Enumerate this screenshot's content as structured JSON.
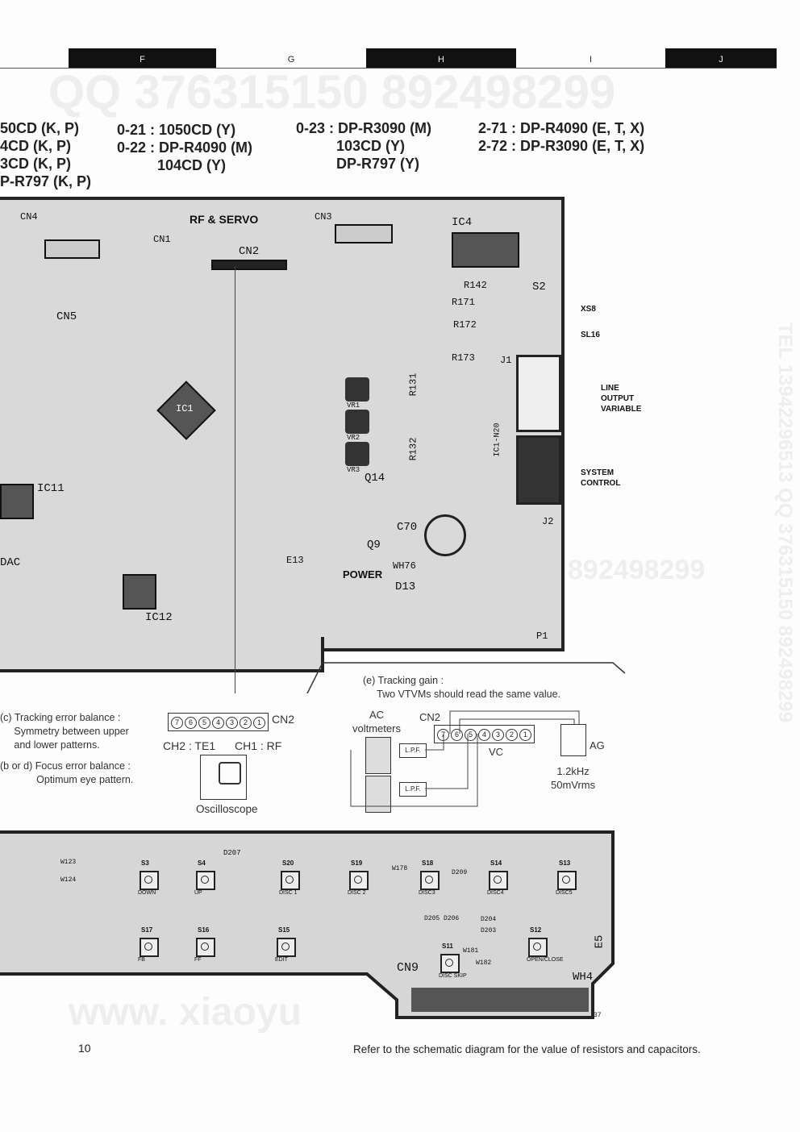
{
  "column_tabs": [
    "F",
    "G",
    "H",
    "I",
    "J"
  ],
  "watermarks": {
    "top": "QQ 376315150   892498299",
    "middle": "892498299",
    "bottom": "www. xiaoyu",
    "side": "TEL 13942296513 QQ 376315150 892498299"
  },
  "models": {
    "col1": "50CD (K, P)\n4CD (K, P)\n3CD (K, P)\nP-R797 (K, P)",
    "col2": "0-21 : 1050CD (Y)\n0-22 : DP-R4090 (M)\n          104CD (Y)",
    "col3": "0-23 : DP-R3090 (M)\n          103CD (Y)\n          DP-R797 (Y)",
    "col4": "2-71 : DP-R4090 (E, T, X)\n2-72 : DP-R3090 (E, T, X)"
  },
  "main_board": {
    "title": "RF & SERVO",
    "labels": [
      "CN4",
      "CN1",
      "CN2",
      "CN3",
      "IC4",
      "S2",
      "J1",
      "CN5",
      "IC1",
      "IC11",
      "VR1",
      "VR2",
      "VR3",
      "Q14",
      "Q9",
      "C70",
      "POWER",
      "D13",
      "WH76",
      "E13",
      "IC12",
      "P1",
      "J2",
      "DAC",
      "R142",
      "R171",
      "R172",
      "R173",
      "R131",
      "R132",
      "IC1-N20"
    ],
    "side_labels": {
      "xs8": "XS8",
      "sl16": "SL16",
      "line_output": "LINE\nOUTPUT\nVARIABLE",
      "system_control": "SYSTEM\nCONTROL"
    }
  },
  "adjust": {
    "c_note": "(c) Tracking error balance :\n     Symmetry between upper\n     and lower patterns.",
    "bd_note": "(b or d) Focus error balance :\n             Optimum eye pattern.",
    "cn2": "CN2",
    "pins": [
      "7",
      "6",
      "5",
      "4",
      "3",
      "2",
      "1"
    ],
    "ch2": "CH2 : TE1",
    "ch1": "CH1 : RF",
    "oscilloscope": "Oscilloscope",
    "e_note": "(e) Tracking gain :\n     Two VTVMs should read the same value.",
    "ac_voltmeters": "AC\nvoltmeters",
    "lpf": "L.P.F.",
    "vc": "VC",
    "ag": "AG",
    "signal": "1.2kHz\n50mVrms"
  },
  "front_board": {
    "switches": [
      {
        "ref": "S3",
        "label": "DOWN"
      },
      {
        "ref": "S4",
        "label": "UP"
      },
      {
        "ref": "S20",
        "label": "DISC 1"
      },
      {
        "ref": "S19",
        "label": "DISC 2"
      },
      {
        "ref": "S18",
        "label": "DISC3"
      },
      {
        "ref": "S14",
        "label": "DISC4"
      },
      {
        "ref": "S13",
        "label": "DISC5"
      },
      {
        "ref": "S17",
        "label": "FB"
      },
      {
        "ref": "S16",
        "label": "FF"
      },
      {
        "ref": "S15",
        "label": "EDIT"
      },
      {
        "ref": "S11",
        "label": "DISC SKIP"
      },
      {
        "ref": "S12",
        "label": "OPEN/CLOSE"
      }
    ],
    "labels": [
      "D207",
      "CN9",
      "WH4",
      "E5",
      "D209",
      "D205",
      "D206",
      "D204",
      "D203",
      "W123",
      "W124",
      "W178",
      "W181",
      "W182",
      "37"
    ]
  },
  "footer": {
    "page": "10",
    "note": "Refer to the schematic diagram for the value of resistors and capacitors."
  }
}
